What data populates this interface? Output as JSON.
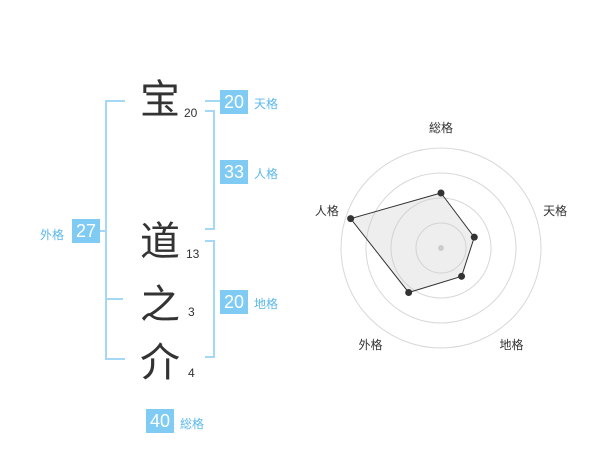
{
  "name_chars": [
    {
      "char": "宝",
      "strokes": "20"
    },
    {
      "char": "道",
      "strokes": "13"
    },
    {
      "char": "之",
      "strokes": "3"
    },
    {
      "char": "介",
      "strokes": "4"
    }
  ],
  "kakusu": {
    "tenkaku": {
      "value": "20",
      "label": "天格"
    },
    "jinkaku": {
      "value": "33",
      "label": "人格"
    },
    "chikaku": {
      "value": "20",
      "label": "地格"
    },
    "gaikaku": {
      "value": "27",
      "label": "外格"
    },
    "soukaku": {
      "value": "40",
      "label": "総格"
    }
  },
  "colors": {
    "accent": "#7fcbf3",
    "bracket": "#a5d8f5",
    "label": "#5bb8ec"
  },
  "chart_data": {
    "type": "radar",
    "axes": [
      "総格",
      "天格",
      "地格",
      "外格",
      "人格"
    ],
    "values": [
      0.55,
      0.35,
      0.35,
      0.55,
      0.95
    ],
    "rings": 4,
    "max": 1
  }
}
